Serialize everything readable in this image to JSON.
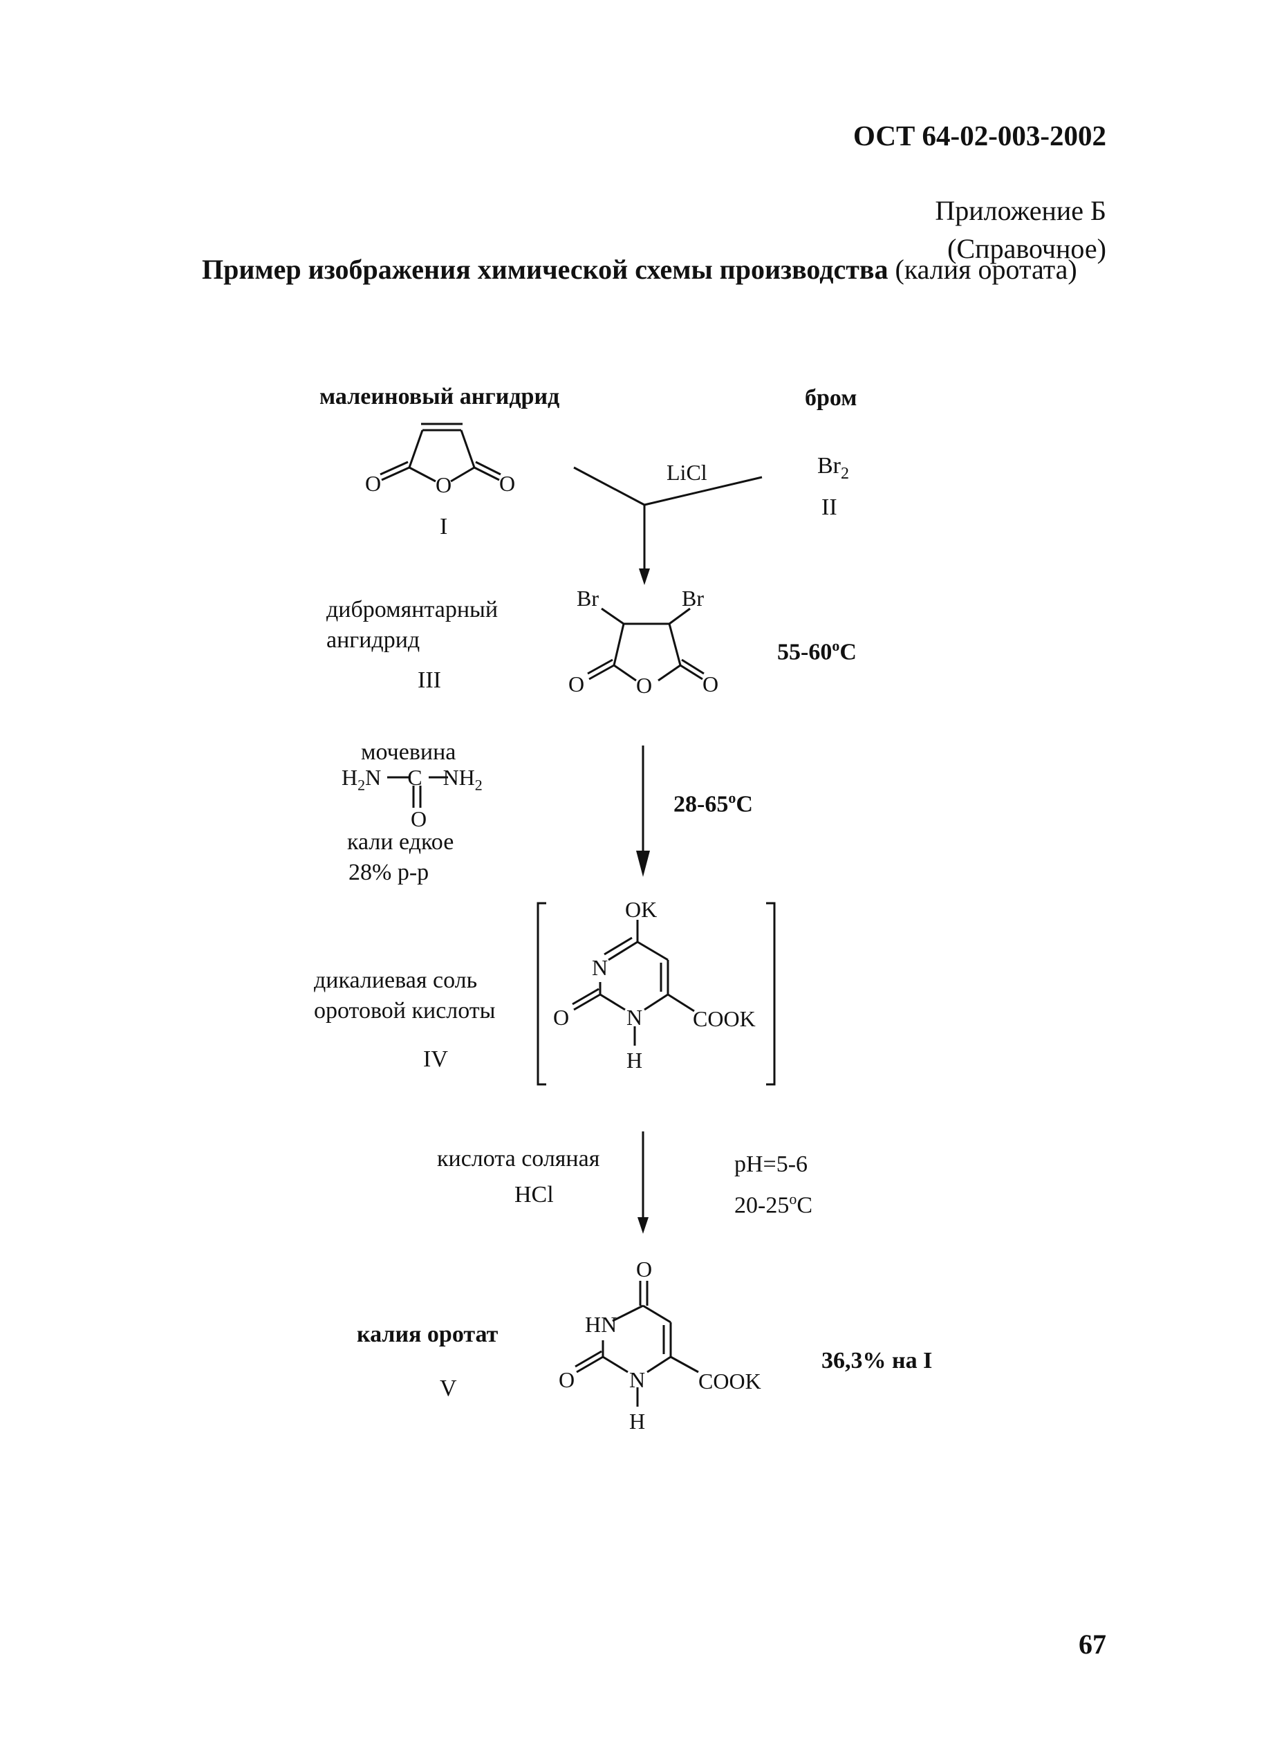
{
  "header": {
    "doc_code": "ОСТ 64-02-003-2002",
    "appendix": "Приложение Б",
    "appendix_type": "(Справочное)",
    "title_bold": "Пример изображения химической схемы производства",
    "title_normal": " (калия оротата)"
  },
  "scheme": {
    "reagent_1_name": "малеиновый ангидрид",
    "reagent_1_number": "I",
    "reagent_2_name": "бром",
    "reagent_2_formula": "Br",
    "reagent_2_sub": "2",
    "reagent_2_number": "II",
    "catalyst": "LiCl",
    "product_3_name_line1": "дибромянтарный",
    "product_3_name_line2": "ангидрид",
    "product_3_number": "III",
    "step_1_temp": "55-60",
    "step_2_reagent_name": "мочевина",
    "urea_left": "H",
    "urea_left_sub": "2",
    "urea_left_n": "N",
    "urea_c": "C",
    "urea_right": "NH",
    "urea_right_sub": "2",
    "urea_o": "O",
    "step_2_base_line1": "кали едкое",
    "step_2_base_line2": "28% р-р",
    "step_2_temp": "28-65",
    "product_4_name_line1": "дикалиевая соль",
    "product_4_name_line2": "оротовой кислоты",
    "product_4_number": "IV",
    "step_3_reagent_name": "кислота соляная",
    "step_3_reagent_formula": "HCl",
    "step_3_ph": "pH=5-6",
    "step_3_temp": "20-25",
    "product_5_name": "калия оротат",
    "product_5_number": "V",
    "yield": "36,3% на I",
    "deg_sup": "o",
    "celsius": "C",
    "atoms": {
      "o": "O",
      "br": "Br",
      "n": "N",
      "h": "H",
      "hn": "HN",
      "ok": "OK",
      "cook": "COOK"
    }
  },
  "footer": {
    "page_number": "67"
  }
}
